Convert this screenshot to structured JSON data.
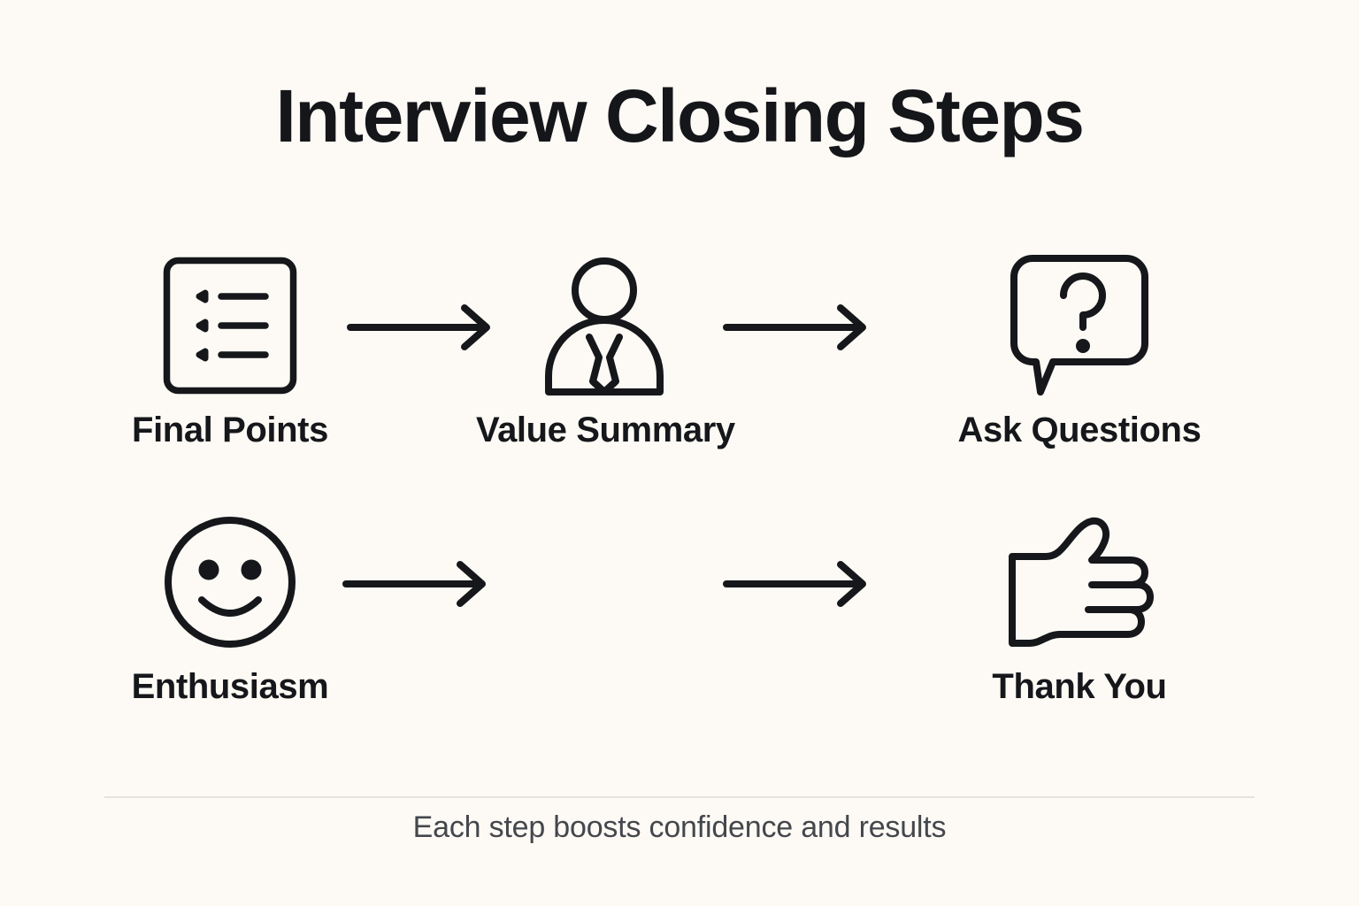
{
  "page": {
    "title": "Interview Closing Steps",
    "footer_note": "Each step boosts confidence and results",
    "background_color": "#FDFAF5",
    "ink_color": "#15171B",
    "divider_color": "#E6E2DC",
    "footer_text_color": "#44474C"
  },
  "steps": [
    {
      "id": 1,
      "label": "Final Points",
      "icon": "checklist-icon"
    },
    {
      "id": 2,
      "label": "Value Summary",
      "icon": "businessperson-icon"
    },
    {
      "id": 3,
      "label": "Ask Questions",
      "icon": "question-speech-bubble-icon"
    },
    {
      "id": 4,
      "label": "Enthusiasm",
      "icon": "smiley-face-icon"
    },
    {
      "id": 5,
      "label": "Thank You",
      "icon": "thumbs-up-icon"
    }
  ],
  "connectors": [
    {
      "id": "a1",
      "icon": "arrow-right-icon",
      "from": "Final Points",
      "to": "Value Summary"
    },
    {
      "id": "a2",
      "icon": "arrow-right-icon",
      "from": "Value Summary",
      "to": "Ask Questions"
    },
    {
      "id": "a3",
      "icon": "arrow-right-icon",
      "from": "Ask Questions",
      "to": "Enthusiasm"
    },
    {
      "id": "a4",
      "icon": "arrow-right-icon",
      "from": "Enthusiasm",
      "to": "Thank You"
    }
  ]
}
